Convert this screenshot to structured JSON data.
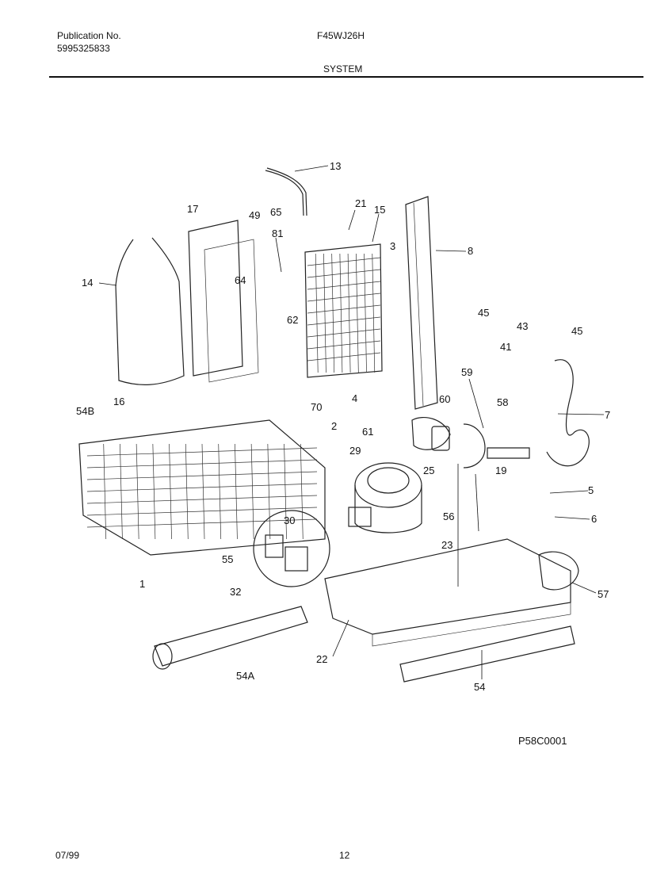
{
  "header": {
    "publication_label": "Publication No.",
    "publication_number": "5995325833",
    "model": "F45WJ26H",
    "section_title": "SYSTEM"
  },
  "diagram": {
    "code": "P58C0001",
    "callouts": [
      "13",
      "17",
      "49",
      "65",
      "21",
      "15",
      "81",
      "3",
      "8",
      "14",
      "64",
      "62",
      "45",
      "43",
      "45",
      "41",
      "54B",
      "16",
      "4",
      "70",
      "2",
      "60",
      "59",
      "58",
      "7",
      "61",
      "29",
      "25",
      "19",
      "5",
      "30",
      "56",
      "6",
      "23",
      "55",
      "1",
      "32",
      "57",
      "22",
      "54A",
      "54"
    ]
  },
  "footer": {
    "date": "07/99",
    "page": "12"
  }
}
